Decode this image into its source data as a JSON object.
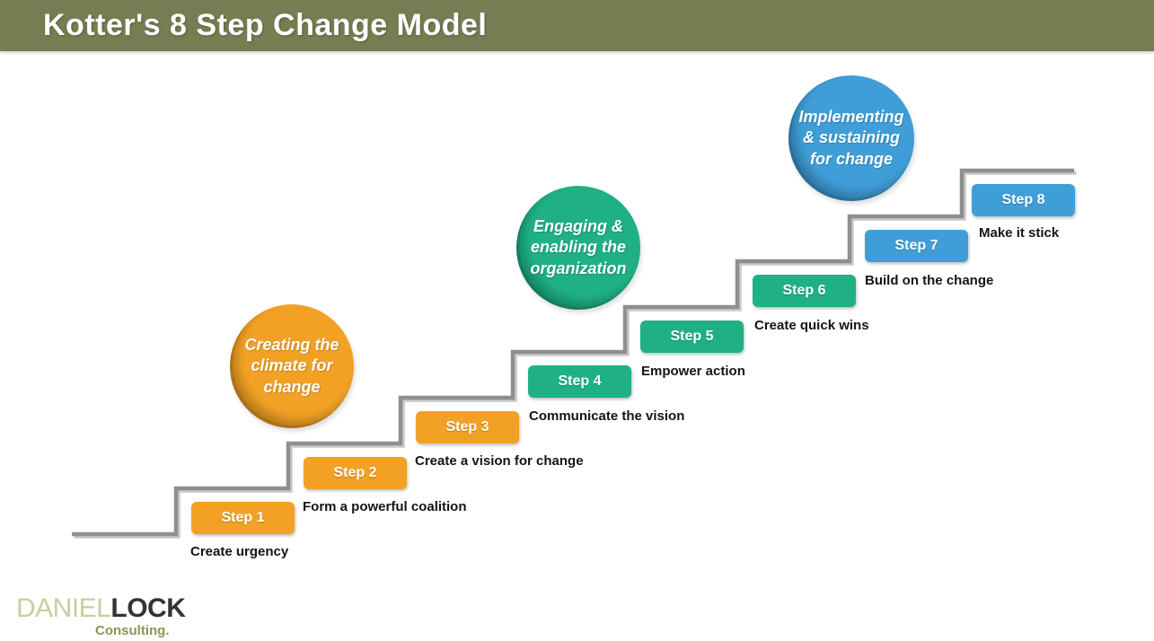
{
  "header": {
    "title": "Kotter's 8 Step Change Model"
  },
  "colors": {
    "header_bg": "#757D52",
    "orange": "#F2A124",
    "teal": "#1FB185",
    "blue": "#3F9ED8",
    "stair_line": "#8F8F8F",
    "stair_line_shadow": "#C9C9C9",
    "step_label_text": "#141414",
    "step_button_text": "#FFFFFF"
  },
  "phases": [
    {
      "label": "Creating the\nclimate for\nchange",
      "color": "#F2A124",
      "covers_steps": "1-3"
    },
    {
      "label": "Engaging &\nenabling the\norganization",
      "color": "#1FB185",
      "covers_steps": "4-6"
    },
    {
      "label": "Implementing\n& sustaining\nfor change",
      "color": "#3F9ED8",
      "covers_steps": "7-8"
    }
  ],
  "steps": [
    {
      "button": "Step 1",
      "label": "Create urgency",
      "color": "#F2A124"
    },
    {
      "button": "Step 2",
      "label": "Form a powerful coalition",
      "color": "#F2A124"
    },
    {
      "button": "Step 3",
      "label": "Create a vision for change",
      "color": "#F2A124"
    },
    {
      "button": "Step 4",
      "label": "Communicate the vision",
      "color": "#1FB185"
    },
    {
      "button": "Step 5",
      "label": "Empower action",
      "color": "#1FB185"
    },
    {
      "button": "Step 6",
      "label": "Create quick wins",
      "color": "#1FB185"
    },
    {
      "button": "Step 7",
      "label": "Build on the change",
      "color": "#3F9ED8"
    },
    {
      "button": "Step 8",
      "label": "Make it stick",
      "color": "#3F9ED8"
    }
  ],
  "logo": {
    "name_light": "DANIEL",
    "name_bold": "LOCK",
    "tagline": "Consulting."
  }
}
